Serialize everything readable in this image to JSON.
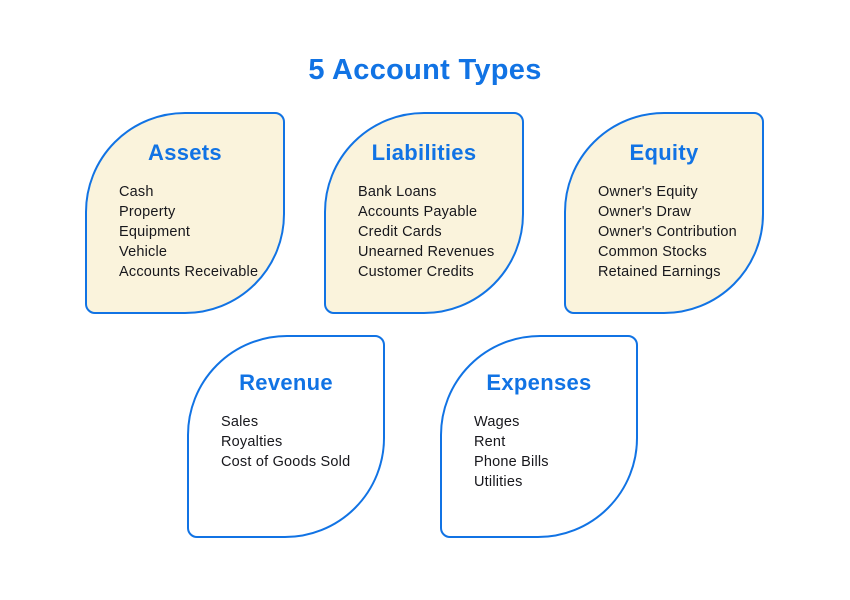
{
  "page": {
    "title": "5 Account Types"
  },
  "colors": {
    "accent_blue": "#1173E4",
    "cream_fill": "#FAF3DC",
    "white_fill": "#FFFFFF",
    "item_text": "#17171C",
    "page_background": "#FFFFFF"
  },
  "cards": [
    {
      "id": "assets",
      "title": "Assets",
      "fill": "cream",
      "items": [
        "Cash",
        "Property",
        "Equipment",
        "Vehicle",
        "Accounts Receivable"
      ]
    },
    {
      "id": "liabilities",
      "title": "Liabilities",
      "fill": "cream",
      "items": [
        "Bank Loans",
        "Accounts Payable",
        "Credit Cards",
        "Unearned Revenues",
        "Customer Credits"
      ]
    },
    {
      "id": "equity",
      "title": "Equity",
      "fill": "cream",
      "items": [
        "Owner's Equity",
        "Owner's Draw",
        "Owner's Contribution",
        "Common Stocks",
        "Retained Earnings"
      ]
    },
    {
      "id": "revenue",
      "title": "Revenue",
      "fill": "white",
      "items": [
        "Sales",
        "Royalties",
        "Cost of Goods Sold"
      ]
    },
    {
      "id": "expenses",
      "title": "Expenses",
      "fill": "white",
      "items": [
        "Wages",
        "Rent",
        "Phone Bills",
        "Utilities"
      ]
    }
  ]
}
